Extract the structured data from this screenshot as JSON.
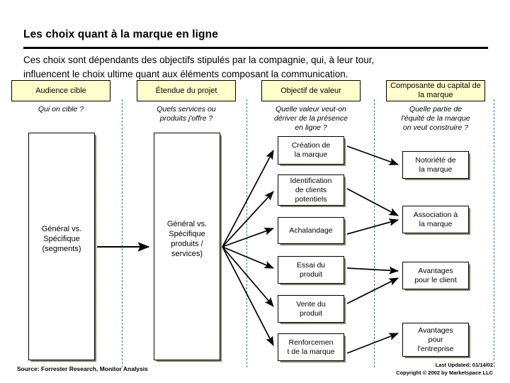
{
  "slide": {
    "title": "Les choix quant à la marque en ligne",
    "subtitle_line1": "Ces choix sont dépendants des objectifs stipulés par la compagnie, qui, à leur tour,",
    "subtitle_line2": "influencent le choix ultime quant aux éléments composant la communication.",
    "accent_yellow": "#ffffcc",
    "dash_color": "#4a7380",
    "shadow_color": "#808064"
  },
  "columns": [
    {
      "header": "Audience cible",
      "caption_lines": [
        "Qui on cible ?"
      ],
      "body_lines": [
        "Général vs.",
        "Spécifique",
        "(segments)"
      ]
    },
    {
      "header": "Étendue du projet",
      "caption_lines": [
        "Quels services ou",
        "produits j'offre ?"
      ],
      "body_lines": [
        "Général vs.",
        "Spécifique",
        "produits /",
        "services)"
      ]
    },
    {
      "header": "Objectif de valeur",
      "caption_lines": [
        "Quelle valeur veut-on",
        "dériver de la présence",
        "en ligne ?"
      ],
      "body_lines": []
    },
    {
      "header": "Composante du capital de la marque",
      "caption_lines": [
        "Quelle partie de",
        "l'équité de la marque",
        "on veut construire ?"
      ],
      "body_lines": []
    }
  ],
  "value_boxes": [
    {
      "lines": [
        "Création de",
        "la marque"
      ]
    },
    {
      "lines": [
        "Identification",
        "de clients",
        "potentiels"
      ]
    },
    {
      "lines": [
        "Achalandage"
      ]
    },
    {
      "lines": [
        "Essai du",
        "produit"
      ]
    },
    {
      "lines": [
        "Vente du",
        "produit"
      ]
    },
    {
      "lines": [
        "Renforcemen",
        "t de la marque"
      ]
    }
  ],
  "equity_boxes": [
    {
      "lines": [
        "Notoriété de",
        "la marque"
      ]
    },
    {
      "lines": [
        "Association à",
        "la marque"
      ]
    },
    {
      "lines": [
        "Avantages",
        "pour le client"
      ]
    },
    {
      "lines": [
        "Avantages",
        "pour",
        "l'entreprise"
      ]
    }
  ],
  "footer": {
    "source": "Source:   Forrester Research, Monitor Analysis",
    "last_updated": "Last Updated: 01/14/02",
    "copyright": "Copyright © 2002 by Marketspace LLC"
  }
}
